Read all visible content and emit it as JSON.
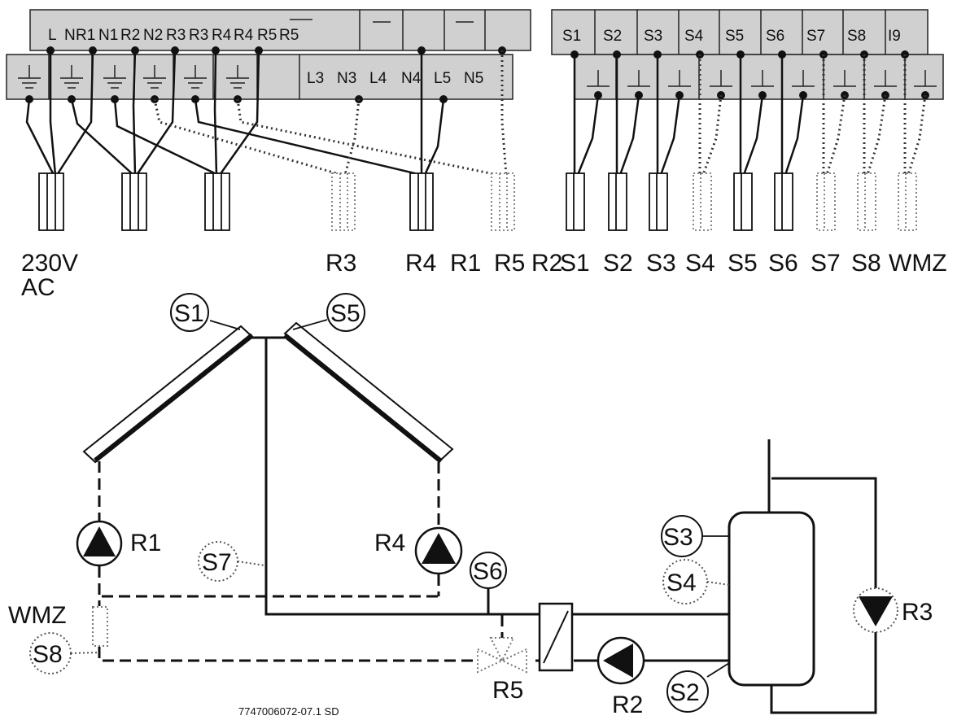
{
  "terminal_blocks": {
    "left_upper": [
      "L",
      "N",
      "R1",
      "N1",
      "R2",
      "N2",
      "R3",
      "R3",
      "R4",
      "R4",
      "R5",
      "R5"
    ],
    "left_lower": [
      "L3",
      "N3",
      "L4",
      "N4",
      "L5",
      "N5"
    ],
    "right_upper": [
      "S1",
      "S2",
      "S3",
      "S4",
      "S5",
      "S6",
      "S7",
      "S8",
      "I9"
    ]
  },
  "connectors": {
    "supply": [
      "230V",
      "AC"
    ],
    "left": [
      "R3",
      "R4",
      "R1",
      "R5",
      "R2"
    ],
    "right": [
      "S1",
      "S2",
      "S3",
      "S4",
      "S5",
      "S6",
      "S7",
      "S8",
      "WMZ"
    ]
  },
  "schematic": {
    "sensors": [
      "S1",
      "S5",
      "S7",
      "S6",
      "S3",
      "S4",
      "S2",
      "S8"
    ],
    "pumps": [
      "R1",
      "R4",
      "R3",
      "R2"
    ],
    "valve": "R5",
    "meter": "WMZ"
  },
  "code": "7747006072-07.1 SD"
}
